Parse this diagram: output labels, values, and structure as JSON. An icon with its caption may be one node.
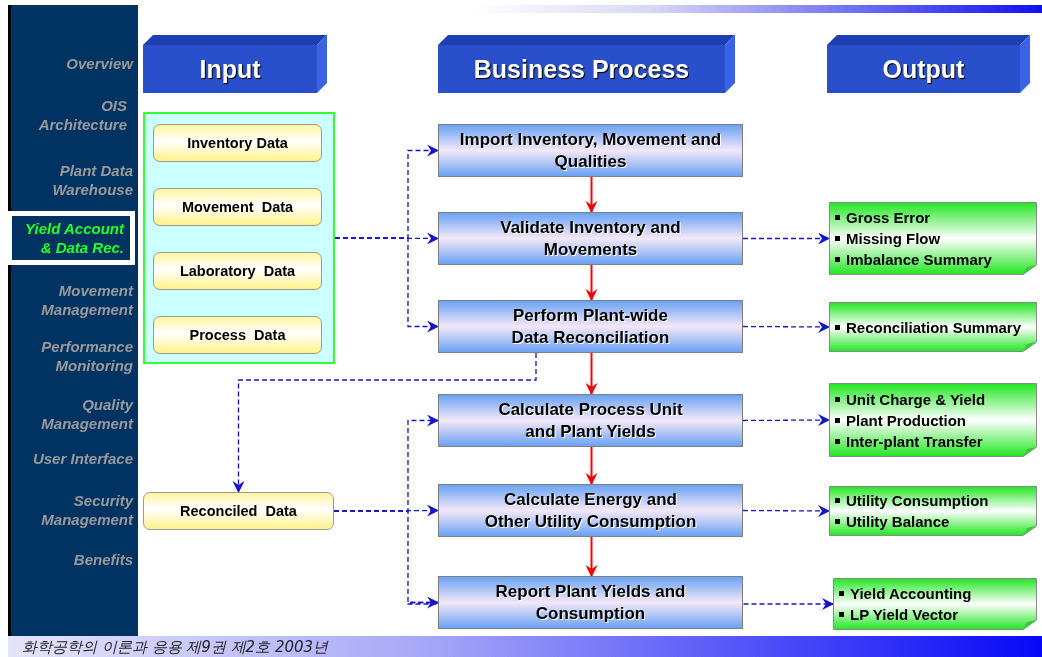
{
  "diagram": {
    "caption": "화학공학의 이론과 응용 제9권 제2호 2003년",
    "nodes": [
      {
        "text": [
          "Yield Account & Data Rec."
        ]
      },
      {
        "text": [
          "Input"
        ]
      },
      {
        "text": [
          "Business Process"
        ]
      },
      {
        "text": [
          "Output"
        ]
      },
      {
        "text": [],
        "shape": "box"
      },
      {
        "text": [
          "Inventory Data"
        ],
        "in": 4
      },
      {
        "text": [
          "Movement  Data"
        ],
        "in": 4
      },
      {
        "text": [
          "Laboratory  Data"
        ],
        "in": 4
      },
      {
        "text": [
          "Process  Data"
        ],
        "in": 4
      },
      {
        "text": [
          "Import Inventory, Movement and Qualities"
        ]
      },
      {
        "text": [
          "Validate Inventory and Movements"
        ]
      },
      {
        "text": [
          "Perform Plant-wide Data Reconciliation"
        ]
      },
      {
        "text": [
          "Calculate Process Unit and Plant Yields"
        ]
      },
      {
        "text": [
          "Calculate Energy and Other Utility Consumption"
        ]
      },
      {
        "text": [
          "Report Plant Yields and Consumption"
        ]
      },
      {
        "text": [
          "Reconciled  Data"
        ]
      },
      {
        "text": [
          "Gross Error",
          "Missing Flow",
          "Imbalance Summary"
        ]
      },
      {
        "text": [
          "Reconciliation Summary"
        ]
      },
      {
        "text": [
          "Unit Charge & Yield",
          "Plant Production",
          "Inter-plant Transfer"
        ]
      },
      {
        "text": [
          "Utility Consumption",
          "Utility Balance"
        ]
      },
      {
        "text": [
          "Yield Accounting",
          "LP Yield Vector"
        ]
      }
    ],
    "edges": [
      {
        "from": 4,
        "to": 9,
        "arrow": "to",
        "style": "dashed"
      },
      {
        "from": 4,
        "to": 10,
        "arrow": "to",
        "style": "dashed"
      },
      {
        "from": 4,
        "to": 11,
        "arrow": "to",
        "style": "dashed"
      },
      {
        "from": 9,
        "to": 10,
        "arrow": "to",
        "color": "#ff0000"
      },
      {
        "from": 10,
        "to": 11,
        "arrow": "to",
        "color": "#ff0000"
      },
      {
        "from": 11,
        "to": 12,
        "arrow": "to",
        "color": "#ff0000"
      },
      {
        "from": 12,
        "to": 13,
        "arrow": "to",
        "color": "#ff0000"
      },
      {
        "from": 13,
        "to": 14,
        "arrow": "to",
        "color": "#ff0000"
      },
      {
        "from": 11,
        "to": 15,
        "arrow": "to",
        "style": "dashed"
      },
      {
        "from": 15,
        "to": 12,
        "arrow": "to",
        "style": "dashed"
      },
      {
        "from": 15,
        "to": 13,
        "arrow": "to",
        "style": "dashed"
      },
      {
        "from": 15,
        "to": 14,
        "arrow": "to",
        "style": "dashed"
      },
      {
        "from": 10,
        "to": 16,
        "arrow": "to",
        "style": "dashed"
      },
      {
        "from": 11,
        "to": 17,
        "arrow": "to",
        "style": "dashed"
      },
      {
        "from": 12,
        "to": 18,
        "arrow": "to",
        "style": "dashed"
      },
      {
        "from": 13,
        "to": 19,
        "arrow": "to",
        "style": "dashed"
      },
      {
        "from": 14,
        "to": 20,
        "arrow": "to",
        "style": "dashed"
      }
    ],
    "labels": [
      "Overview",
      "OIS Architecture",
      "Plant Data Warehouse",
      "Movement Management",
      "Performance Monitoring",
      "Quality Management",
      "User Interface",
      "Security Management",
      "Benefits"
    ]
  }
}
